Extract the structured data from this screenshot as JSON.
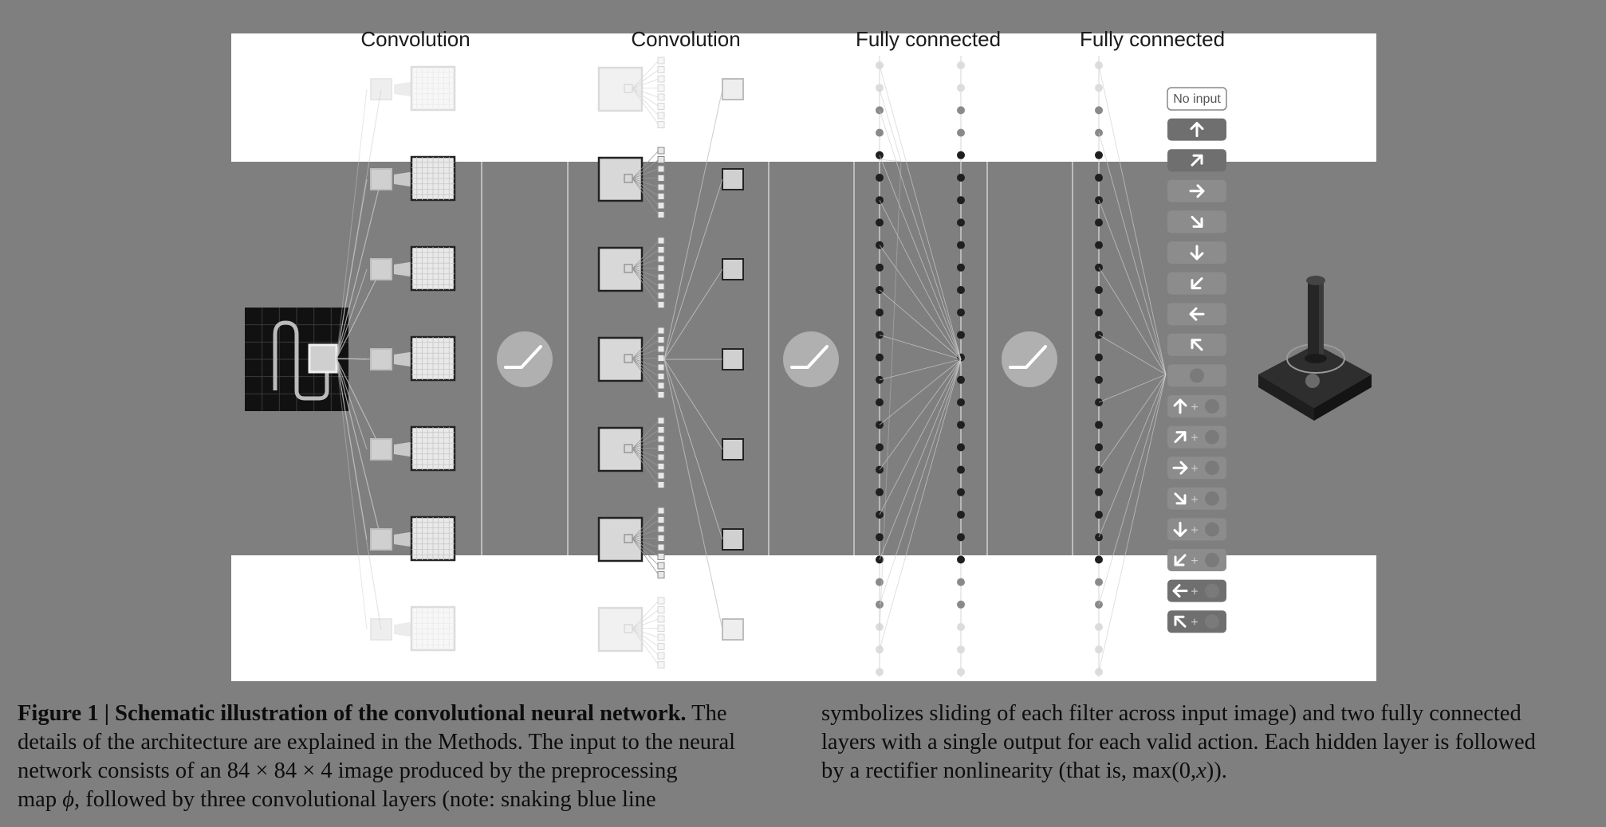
{
  "diagram": {
    "labels": {
      "conv1": "Convolution",
      "conv2": "Convolution",
      "fc1": "Fully connected",
      "fc2": "Fully connected"
    },
    "no_input_label": "No input",
    "output_actions": [
      "no-input",
      "up",
      "up-right",
      "right",
      "down-right",
      "down",
      "down-left",
      "left",
      "up-left",
      "fire",
      "up-fire",
      "up-right-fire",
      "right-fire",
      "down-right-fire",
      "down-fire",
      "down-left-fire",
      "left-fire",
      "up-left-fire"
    ],
    "colors": {
      "background": "#7f7f7f",
      "panel": "#ffffff",
      "node_dark": "#222222",
      "node_light": "#d9d9d9",
      "button": "#6f6f6f"
    }
  },
  "caption": {
    "left_lines": [
      {
        "bold": "Figure 1 | Schematic illustration of the convolutional neural network.",
        "text": " The"
      },
      {
        "text": "details of the architecture are explained in the Methods. The input to the neural"
      },
      {
        "text": "network consists of an 84 × 84 × 4 image produced by the preprocessing"
      },
      {
        "text": "map ",
        "math": "ϕ",
        "text2": ", followed by three convolutional layers (note: snaking blue line"
      }
    ],
    "right_lines": [
      {
        "text": "symbolizes sliding of each filter across input image) and two fully connected"
      },
      {
        "text": "layers with a single output for each valid action. Each hidden layer is followed"
      },
      {
        "text": "by a rectifier nonlinearity (that is, max(0,",
        "math": "x",
        "text2": "))."
      }
    ]
  }
}
